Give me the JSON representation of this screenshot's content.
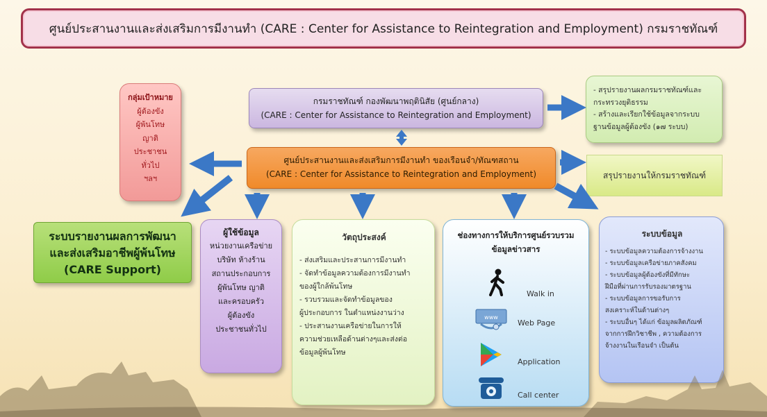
{
  "title": "ศูนย์ประสานงานและส่งเสริมการมีงานทำ (CARE : Center for Assistance to Reintegration and Employment) กรมราชทัณฑ์",
  "hq": {
    "line1": "กรมราชทัณฑ์  กองพัฒนาพฤตินิสัย (ศูนย์กลาง)",
    "line2": "(CARE : Center for Assistance to Reintegration and Employment)"
  },
  "center": {
    "line1": "ศูนย์ประสานงานและส่งเสริมการมีงานทำ ของเรือนจำ/ทัณฑสถาน",
    "line2": "(CARE : Center for Assistance to Reintegration and Employment)"
  },
  "target_group": {
    "heading": "กลุ่มเป้าหมาย",
    "items": [
      "ผู้ต้องขัง",
      "ผู้พ้นโทษ",
      "ญาติ",
      "ประชาชน",
      "ทั่วไป",
      "ฯลฯ"
    ]
  },
  "summary_hq": {
    "lines": [
      "- สรุปรายงานผลกรมราชทัณฑ์และ",
      "กระทรวงยุติธรรม",
      "- สร้างและเรียกใช้ข้อมูลจากระบบ",
      "ฐานข้อมูลผู้ต้องขัง (๑๗ ระบบ)"
    ]
  },
  "summary_right": "สรุปรายงานให้กรมราชทัณฑ์",
  "care_support": {
    "line1": "ระบบรายงานผลการพัฒนา",
    "line2": "และส่งเสริมอาชีพผู้พ้นโทษ",
    "line3": "(CARE Support)"
  },
  "users": {
    "heading": "ผู้ใช้ข้อมูล",
    "items": [
      "หน่วยงานเครือข่าย",
      "บริษัท ห้างร้าน",
      "สถานประกอบการ",
      "ผู้พ้นโทษ ญาติ",
      "และครอบครัว",
      "ผู้ต้องขัง",
      "ประชาชนทั่วไป"
    ]
  },
  "objectives": {
    "heading": "วัตถุประสงค์",
    "lines": [
      "- ส่งเสริมและประสานการมีงานทำ",
      "- จัดทำข้อมูลความต้องการมีงานทำ",
      "ของผู้ใกล้พ้นโทษ",
      "- รวบรวมและจัดทำข้อมูลของ",
      "ผู้ประกอบการ ในตำแหน่งงานว่าง",
      "- ประสานงานเครือข่ายในการให้",
      "ความช่วยเหลือด้านต่างๆและส่งต่อ",
      "ข้อมูลผู้พ้นโทษ"
    ]
  },
  "channels": {
    "heading1": "ช่องทางการให้บริการศูนย์รวบรวม",
    "heading2": "ข้อมูลข่าวสาร",
    "items": [
      {
        "label": "Walk in",
        "icon": "walking-person-icon"
      },
      {
        "label": "Web Page",
        "icon": "web-page-icon"
      },
      {
        "label": "Application",
        "icon": "play-store-icon"
      },
      {
        "label": "Call center",
        "icon": "telephone-icon"
      }
    ]
  },
  "data_system": {
    "heading": "ระบบข้อมูล",
    "lines": [
      "- ระบบข้อมูลความต้องการจ้างงาน",
      "- ระบบข้อมูลเครือข่ายภาคสังคม",
      "- ระบบข้อมูลผู้ต้องขังที่มีทักษะ",
      "ฝีมือที่ผ่านการรับรองมาตรฐาน",
      "- ระบบข้อมูลการขอรับการ",
      "สงเคราะห์ในด้านต่างๆ",
      "- ระบบอื่นๆ ได้แก่ ข้อมูลผลิตภัณฑ์",
      "จากการฝึกวิชาชีพ , ความต้องการ",
      "จ้างงานในเรือนจำ เป็นต้น"
    ]
  },
  "colors": {
    "arrow": "#3b78c6",
    "title_border": "#a2324a"
  }
}
